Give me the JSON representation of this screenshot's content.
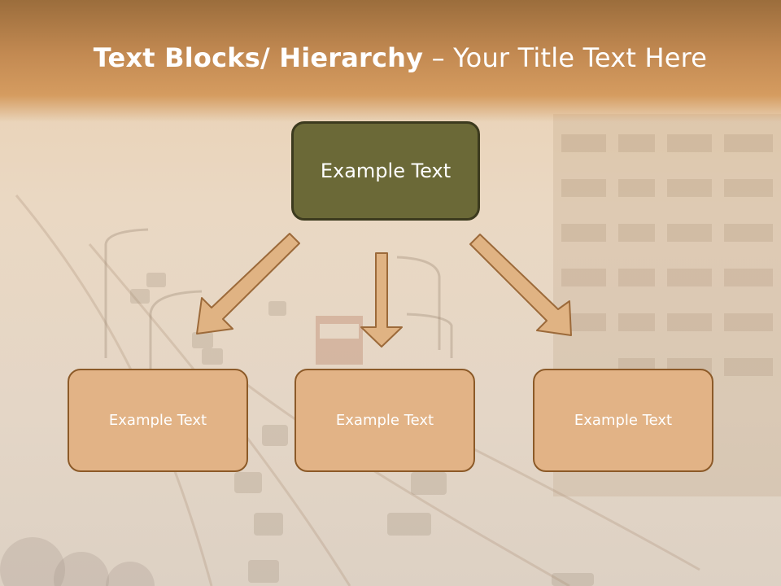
{
  "slide": {
    "title_bold": "Text Blocks/ Hierarchy",
    "title_rest": " – Your Title Text Here"
  },
  "diagram": {
    "root": {
      "label": "Example Text",
      "fill": "#6b6937"
    },
    "children": [
      {
        "label": "Example Text"
      },
      {
        "label": "Example Text"
      },
      {
        "label": "Example Text"
      }
    ],
    "child_fill": "#e2b386",
    "arrow_fill": "#e0b383",
    "arrow_stroke": "#9c6a3a"
  }
}
